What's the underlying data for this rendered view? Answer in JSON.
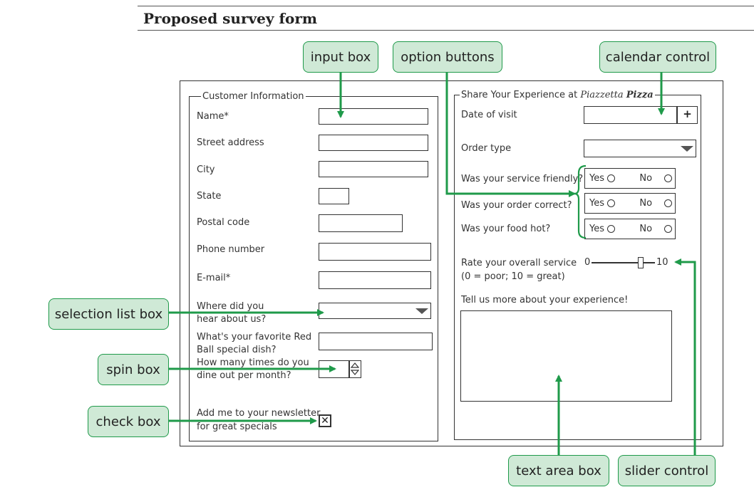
{
  "header": {
    "title": "Proposed survey form"
  },
  "left_panel": {
    "legend": "Customer Information",
    "fields": {
      "name": "Name*",
      "street": "Street address",
      "city": "City",
      "state": "State",
      "postal": "Postal code",
      "phone": "Phone number",
      "email": "E-mail*",
      "heard_1": "Where did you",
      "heard_2": "hear about us?",
      "dish_1": "What's your favorite Red",
      "dish_2": "Ball special dish?",
      "dine_1": "How many times do you",
      "dine_2": "dine out per month?",
      "news_1": "Add me to your newsletter",
      "news_2": "for great specials"
    },
    "checkbox_mark": "✕"
  },
  "right_panel": {
    "legend": "Share Your Experience at ",
    "legend_brand_1": "Piazzetta",
    "legend_brand_2": "Pizza",
    "fields": {
      "date": "Date of visit",
      "order_type": "Order type",
      "friendly": "Was your service friendly?",
      "correct": "Was your order correct?",
      "hot": "Was your food hot?",
      "rate_1": "Rate your overall service",
      "rate_2": "(0 = poor; 10 = great)",
      "more": "Tell us more about your experience!"
    },
    "radio": {
      "yes": "Yes",
      "no": "No"
    },
    "calendar_plus": "+",
    "slider": {
      "min": "0",
      "max": "10"
    }
  },
  "callouts": {
    "input_box": "input box",
    "option_buttons": "option buttons",
    "calendar_control": "calendar control",
    "selection_list_box": "selection list box",
    "spin_box": "spin box",
    "check_box": "check box",
    "text_area_box": "text area box",
    "slider_control": "slider control"
  },
  "colors": {
    "accent": "#1f9a4a",
    "callout_fill": "#cfe9d6",
    "ink": "#333333"
  }
}
